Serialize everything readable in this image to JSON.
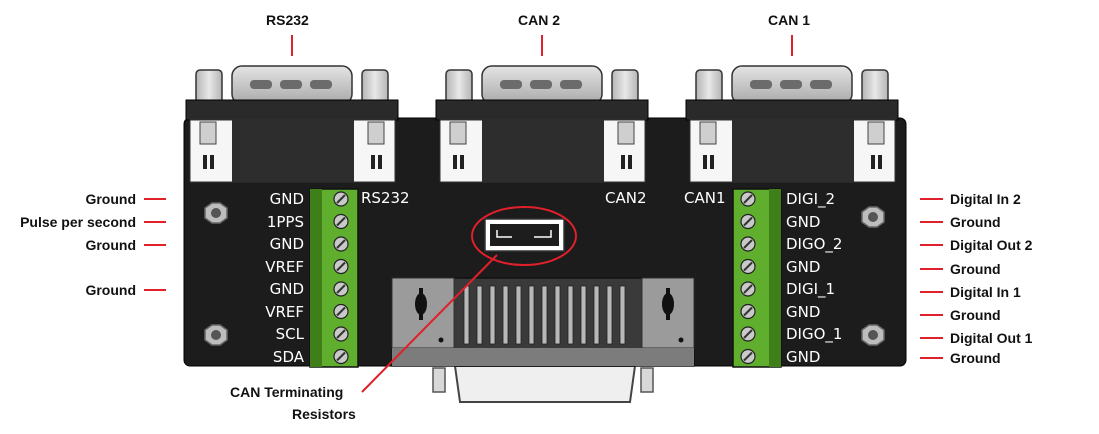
{
  "connectors": {
    "rs232_title": "RS232",
    "can2_title": "CAN 2",
    "can1_title": "CAN 1",
    "rs232_tag": "RS232",
    "can2_tag": "CAN2",
    "can1_tag": "CAN1"
  },
  "left_terminal": {
    "pins": [
      "GND",
      "1PPS",
      "GND",
      "VREF",
      "GND",
      "VREF",
      "SCL",
      "SDA"
    ]
  },
  "right_terminal": {
    "pins": [
      "DIGI_2",
      "GND",
      "DIGO_2",
      "GND",
      "DIGI_1",
      "GND",
      "DIGO_1",
      "GND"
    ]
  },
  "left_callouts": [
    "Ground",
    "Pulse per second",
    "Ground",
    "Ground"
  ],
  "right_callouts": [
    "Digital In 2",
    "Ground",
    "Digital Out 2",
    "Ground",
    "Digital In 1",
    "Ground",
    "Digital Out 1",
    "Ground"
  ],
  "bottom_callout": {
    "line1": "CAN Terminating",
    "line2": "Resistors"
  },
  "colors": {
    "board": "#1c1c1c",
    "terminal_green": "#5fae2e",
    "callout_red": "#e0202a",
    "metal": "#c4c4c4"
  }
}
